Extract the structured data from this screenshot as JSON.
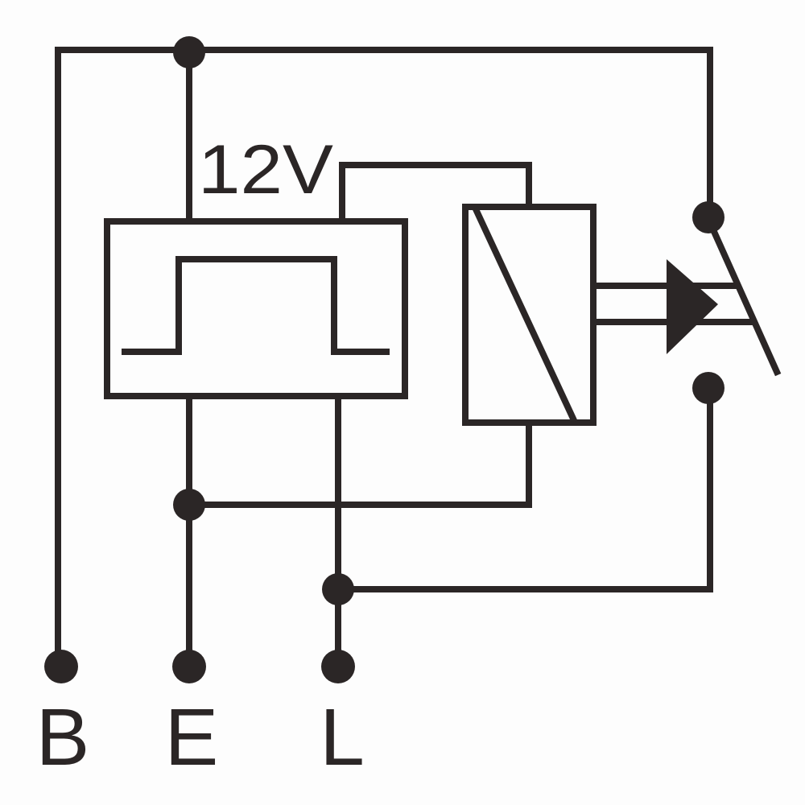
{
  "diagram": {
    "voltage_label": "12V",
    "terminals": [
      {
        "label": "B"
      },
      {
        "label": "E"
      },
      {
        "label": "L"
      }
    ],
    "line_color": "#2b2626"
  }
}
